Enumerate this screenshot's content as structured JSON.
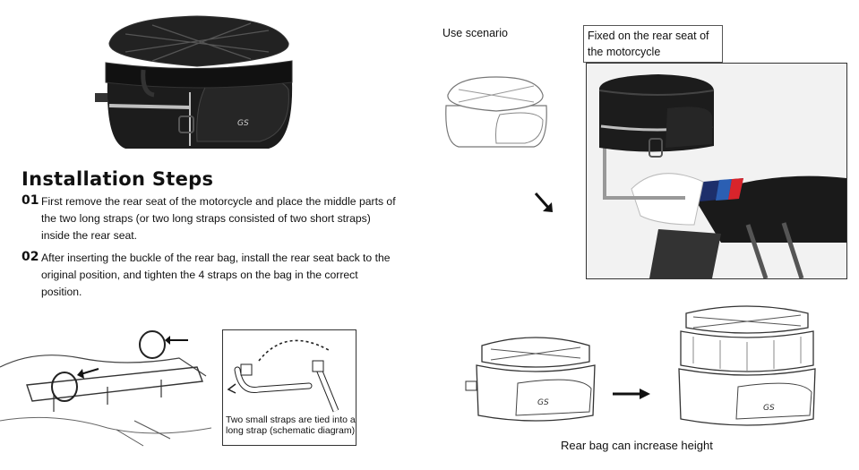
{
  "heading": "Installation Steps",
  "steps": [
    {
      "number": "01",
      "text": "First remove the rear seat of the motorcycle and place the middle parts of the two long straps (or two long straps consisted of two short straps) inside the rear seat."
    },
    {
      "number": "02",
      "text": "After inserting the buckle of the rear bag, install the rear seat back to the original position, and tighten the 4 straps on the bag in the correct position."
    }
  ],
  "use_scenario_label": "Use scenario",
  "fixed_label": "Fixed on the rear seat of the motorcycle",
  "schematic_caption": "Two small straps are tied into a long strap (schematic diagram)",
  "increase_caption": "Rear bag can increase height",
  "bag_brand_mark": "GS",
  "colors": {
    "bag": "#1c1c1c",
    "reflective": "#bfbfbf",
    "stripe_blue": "#2b5fb3",
    "stripe_red": "#d8242b",
    "stripe_navy": "#1d2f6b"
  }
}
